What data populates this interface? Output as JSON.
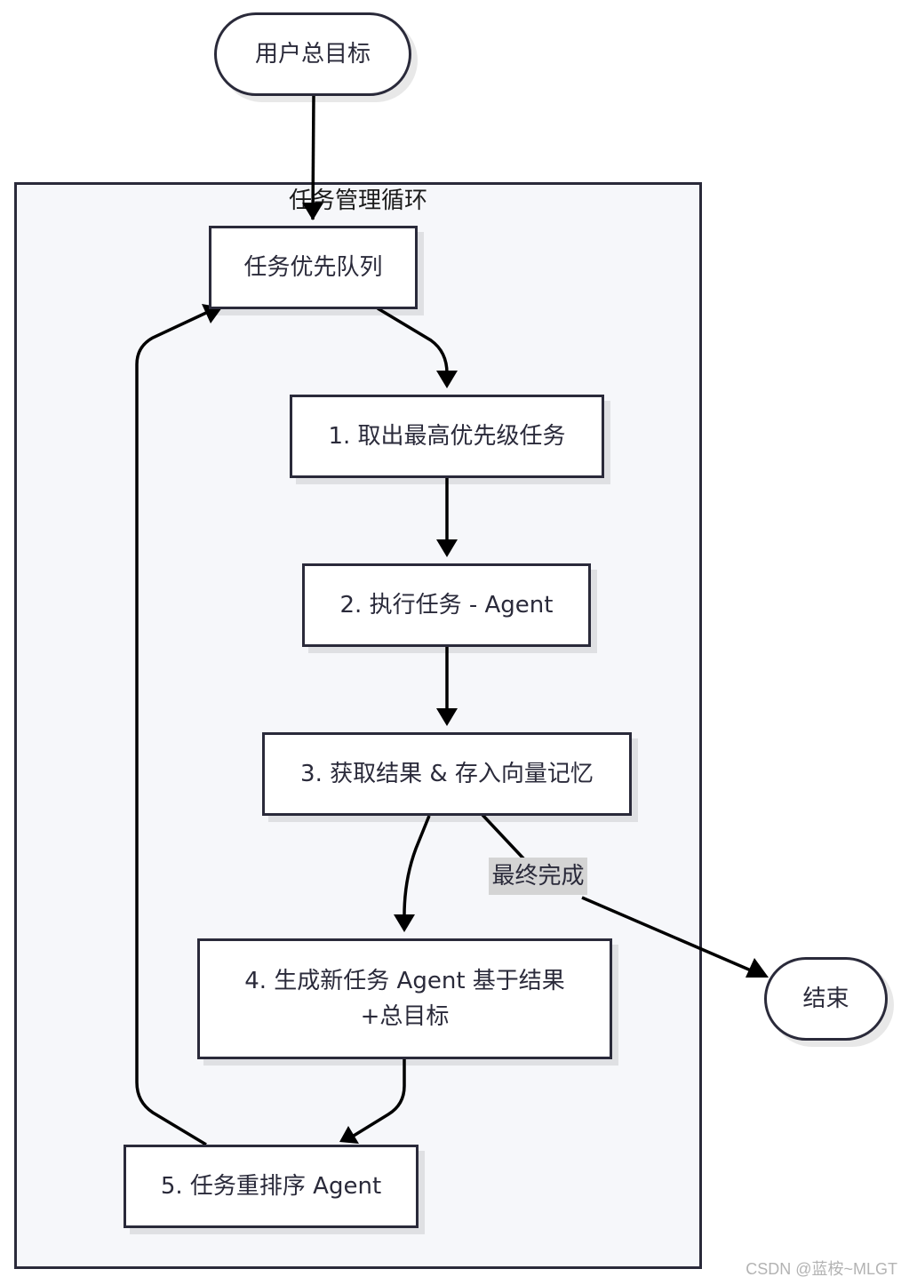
{
  "diagram": {
    "cluster_title": "任务管理循环",
    "nodes": {
      "start": "用户总目标",
      "queue": "任务优先队列",
      "step1": "1. 取出最高优先级任务",
      "step2": "2. 执行任务 - Agent",
      "step3": "3. 获取结果 & 存入向量记忆",
      "step4_line1": "4. 生成新任务 Agent 基于结果",
      "step4_line2": "+总目标",
      "step5": "5. 任务重排序 Agent",
      "end": "结束"
    },
    "edge_labels": {
      "final_done": "最终完成"
    },
    "edges": [
      {
        "from": "start",
        "to": "queue"
      },
      {
        "from": "queue",
        "to": "step1"
      },
      {
        "from": "step1",
        "to": "step2"
      },
      {
        "from": "step2",
        "to": "step3"
      },
      {
        "from": "step3",
        "to": "step4"
      },
      {
        "from": "step3",
        "to": "end",
        "label": "最终完成"
      },
      {
        "from": "step4",
        "to": "step5"
      },
      {
        "from": "step5",
        "to": "queue"
      }
    ]
  },
  "watermark": "CSDN @蓝桉~MLGT",
  "colors": {
    "stroke": "#2a2a3a",
    "cluster_fill": "#f6f7fa",
    "node_fill": "#ffffff",
    "label_bg": "#d4d4d4"
  }
}
